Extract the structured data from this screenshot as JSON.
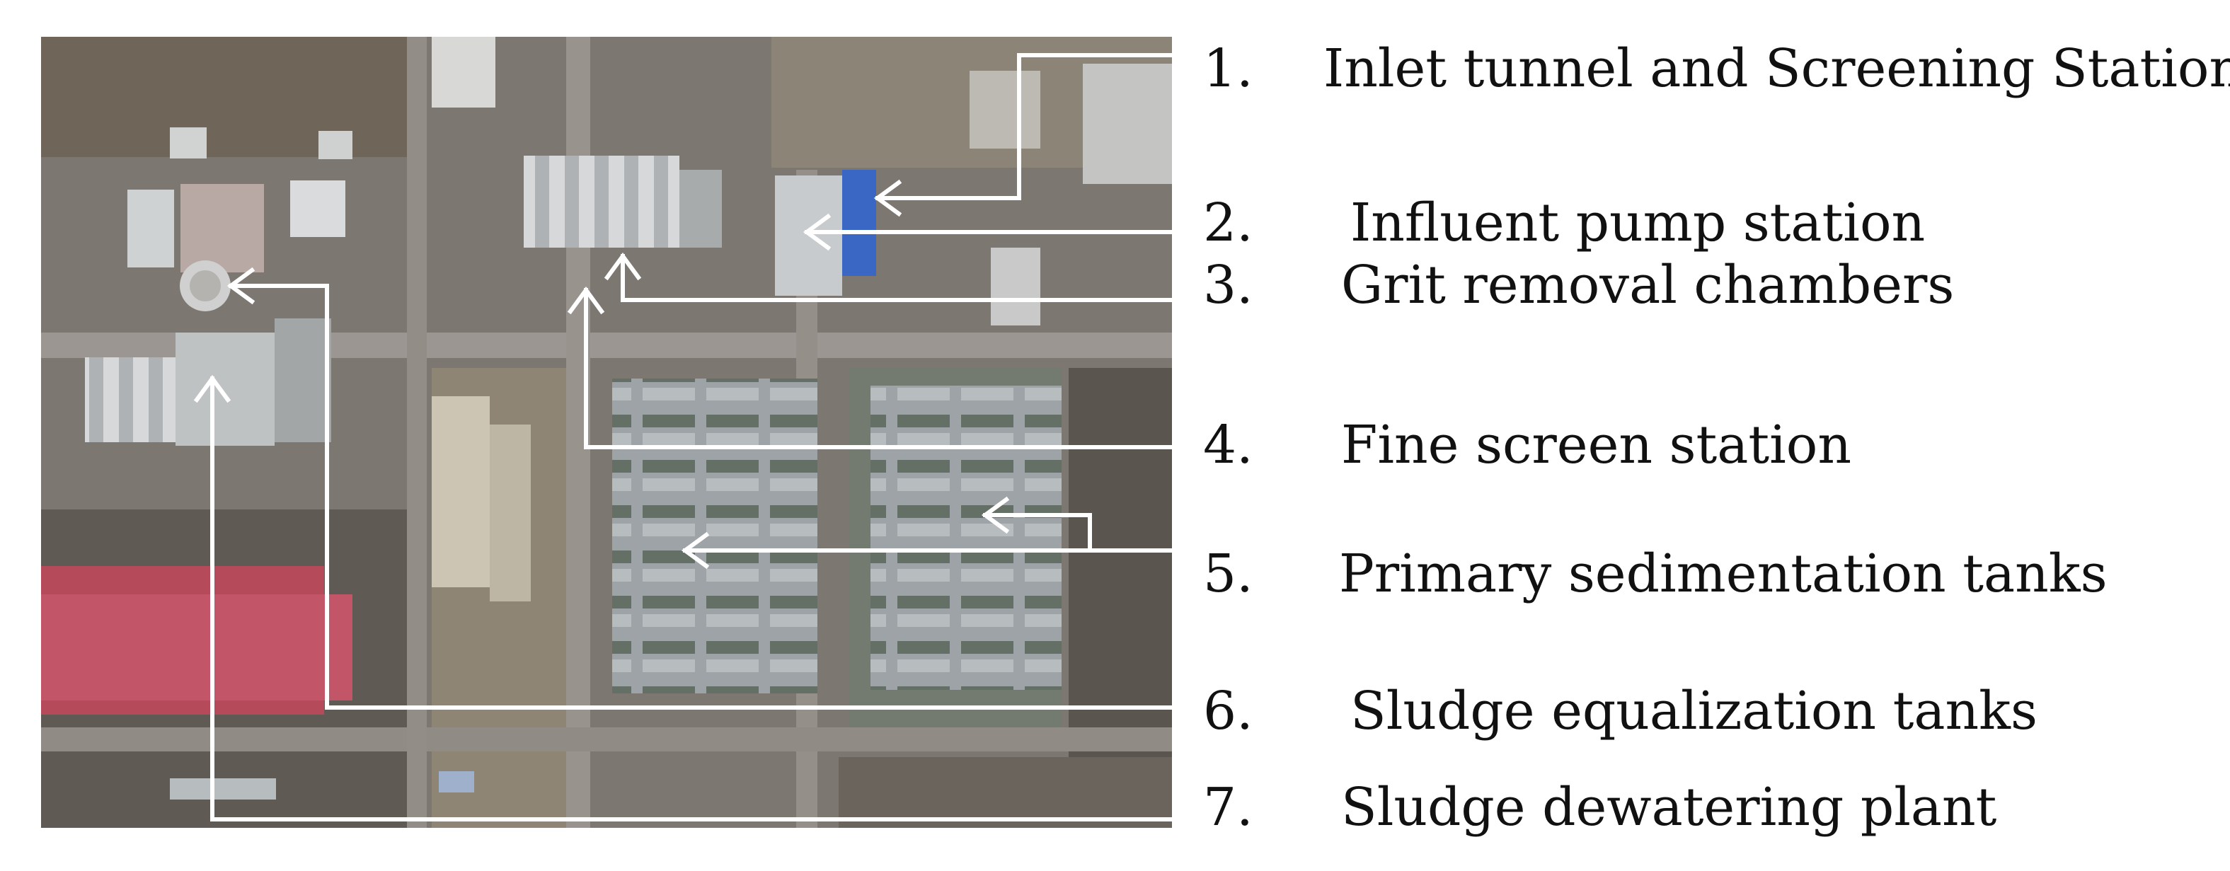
{
  "figure": {
    "description_visible": false,
    "colors": {
      "callout_line": "#ffffff",
      "label_text": "#111111",
      "background": "#ffffff"
    }
  },
  "legend": {
    "items": [
      {
        "number": "1.",
        "label": "Inlet tunnel and Screening Station"
      },
      {
        "number": "2.",
        "label": "Influent pump station"
      },
      {
        "number": "3.",
        "label": "Grit removal chambers"
      },
      {
        "number": "4.",
        "label": "Fine screen station"
      },
      {
        "number": "5.",
        "label": "Primary sedimentation tanks"
      },
      {
        "number": "6.",
        "label": "Sludge equalization tanks"
      },
      {
        "number": "7.",
        "label": "Sludge dewatering plant"
      }
    ]
  }
}
